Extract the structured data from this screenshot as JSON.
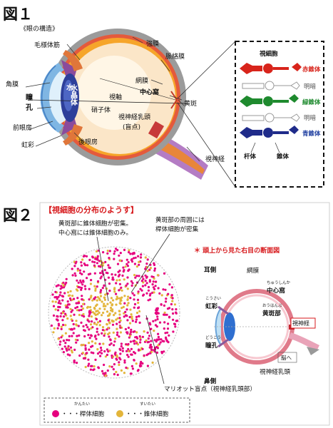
{
  "fig1": {
    "title": "図１",
    "subtitle": "《眼の構造》",
    "labels": {
      "ciliary": "毛様体筋",
      "sclera": "強膜",
      "choroid": "脈絡膜",
      "retina": "網膜",
      "fovea": "中心窩",
      "cornea": "角膜",
      "pupil_1": "瞳",
      "pupil_2": "孔",
      "lens": "水晶体",
      "axis": "視軸",
      "macula": "黄斑",
      "vitreous": "硝子体",
      "anterior": "前眼房",
      "posterior": "後眼房",
      "iris": "虹彩",
      "disc": "視神経乳頭",
      "blind": "(盲点)",
      "nerve": "視神経"
    },
    "inset": {
      "title": "視細胞",
      "rows": [
        "赤錐体",
        "明暗",
        "緑錐体",
        "明暗",
        "青錐体"
      ],
      "rod": "杆体",
      "cone": "錐体"
    }
  },
  "fig2": {
    "title": "図２",
    "heading": "【視細胞の分布のようす】",
    "note_left_1": "黄斑部に錐体細胞が密集。",
    "note_left_2": "中心窩には錐体細胞のみ。",
    "note_right_1": "黄斑部の周囲には",
    "note_right_2": "桿体細胞が密集",
    "note_section": "＊ 頭上から見た右目の断面図",
    "ear": "耳側",
    "nose": "鼻側",
    "retina": "網膜",
    "fovea_ruby": "ちゅうしんか",
    "fovea": "中心窩",
    "iris_ruby": "こうさい",
    "iris": "虹彩",
    "macula_ruby": "おうはんぶ",
    "macula": "黄斑部",
    "nerve": "視神経",
    "pupil_ruby": "どうこう",
    "pupil": "瞳孔",
    "brain": "脳へ",
    "disc": "視神経乳頭",
    "blindspot": "マリオット盲点（視神経乳頭部）",
    "legend": {
      "rod_ruby": "かんたい",
      "rod": "・・・桿体細胞",
      "cone_ruby": "すいたい",
      "cone": "・・・錐体細胞"
    },
    "colors": {
      "rod": "#e6007e",
      "cone": "#e3b53a",
      "accent": "#d7191c"
    }
  }
}
